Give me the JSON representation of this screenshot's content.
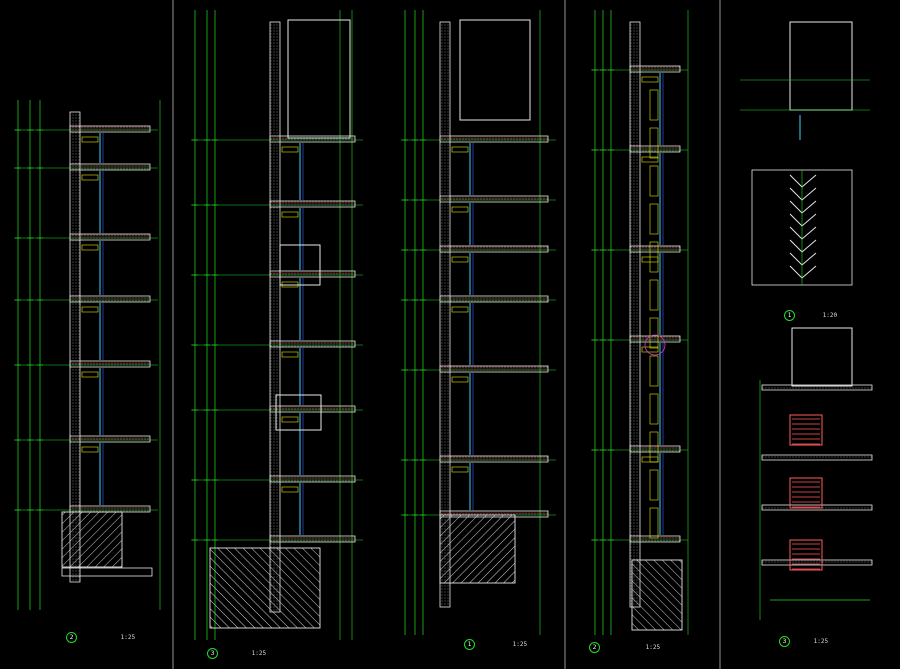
{
  "colors": {
    "background": "#000000",
    "line_green": "#22dd22",
    "line_white": "#e8e8e8",
    "line_cyan": "#3fd0ff",
    "line_yellow": "#e6e600",
    "line_red": "#ff4040",
    "line_blue": "#4060ff",
    "hatch_white": "#cfcfcf",
    "window_red": "#ff5a5a",
    "marker_magenta": "#d040d0",
    "divider": "#bbbbbb"
  },
  "sections": [
    {
      "id": "section-1",
      "caption_number": "2",
      "caption": "",
      "scale": "1:25"
    },
    {
      "id": "section-2",
      "caption_number": "3",
      "caption": "",
      "scale": "1:25"
    },
    {
      "id": "section-3",
      "caption_number": "1",
      "caption": "",
      "scale": "1:25"
    },
    {
      "id": "section-4",
      "caption_number": "2",
      "caption": "",
      "scale": "1:25"
    },
    {
      "id": "detail-top",
      "caption_number": "",
      "caption": "",
      "scale": ""
    },
    {
      "id": "detail-louver",
      "caption_number": "1",
      "caption": "",
      "scale": "1:20"
    },
    {
      "id": "detail-window",
      "caption_number": "3",
      "caption": "",
      "scale": "1:25"
    }
  ]
}
